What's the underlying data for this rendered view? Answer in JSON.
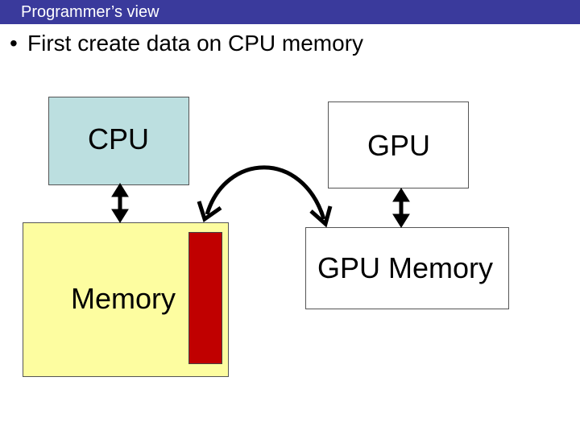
{
  "header": {
    "title": "Programmer’s view"
  },
  "bullet": {
    "symbol": "•",
    "text": "First create data on CPU memory"
  },
  "diagram": {
    "cpu_label": "CPU",
    "gpu_label": "GPU",
    "memory_label": "Memory",
    "gpu_memory_label": "GPU Memory"
  },
  "colors": {
    "title_bar": "#3a3a9c",
    "cpu_box": "#bcdfe0",
    "memory_box": "#fdfda0",
    "data_block": "#c00000"
  }
}
